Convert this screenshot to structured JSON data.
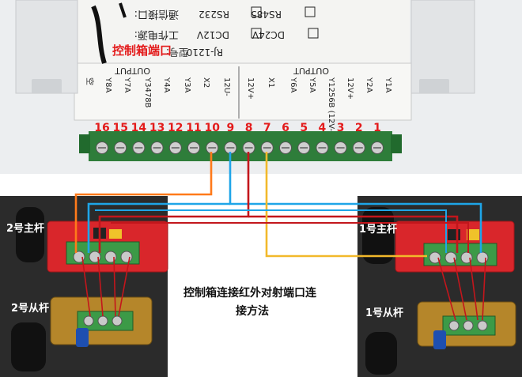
{
  "box": {
    "title": "控制箱端口",
    "info": {
      "comm_label": "通信接口:",
      "comm_opt1": "RS232",
      "comm_opt2": "RS485",
      "power_label": "工作电源:",
      "power_opt1": "DC12V",
      "power_opt2": "DC24V",
      "model_label": "型号:",
      "model_value": "RJ-1210"
    },
    "output_left": "OUTPUT",
    "output_right": "OUTPUT",
    "pin_labels": [
      "Y1A",
      "Y2A",
      "12V+",
      "Y1256B (12V-)",
      "Y5A",
      "Y6A",
      "X1",
      "12V+",
      "12U-",
      "X2",
      "Y3A",
      "Y4A",
      "Y3478B",
      "Y7A",
      "Y8A",
      "空"
    ],
    "terminal_numbers": [
      "16",
      "15",
      "14",
      "13",
      "12",
      "11",
      "10",
      "9",
      "8",
      "7",
      "6",
      "5",
      "4",
      "3",
      "2",
      "1"
    ]
  },
  "caption": {
    "line1": "控制箱连接红外对射端口连",
    "line2": "接方法"
  },
  "devices": {
    "main2": "2号主杆",
    "slave2": "2号从杆",
    "main1": "1号主杆",
    "slave1": "1号从杆"
  },
  "colors": {
    "orange_wire": "#ff7a1a",
    "blue_wire": "#1ea5e8",
    "red_wire": "#c3161c",
    "yellow_wire": "#f2b92b",
    "terminal_green": "#2e7d3a",
    "pcb_red": "#d9262b",
    "label_red": "#e31b1b"
  }
}
